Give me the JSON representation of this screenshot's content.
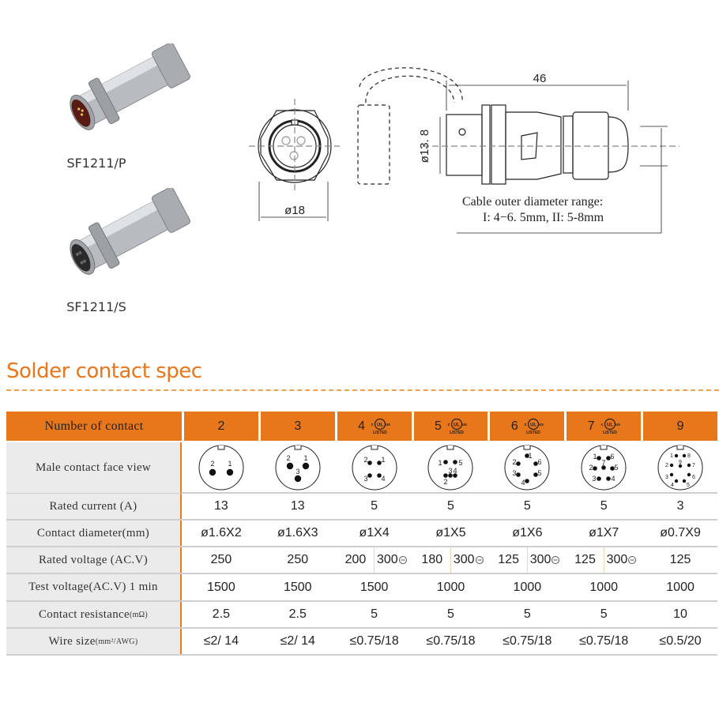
{
  "products": [
    {
      "label": "SF1211/P"
    },
    {
      "label": "SF1211/S"
    }
  ],
  "drawing": {
    "front_diameter": "ø18",
    "body_diameter": "ø13. 8",
    "length": "46",
    "cable_range_line1": "Cable outer  diameter range:",
    "cable_range_line2": "I: 4−6. 5mm, II: 5-8mm"
  },
  "section_title": "Solder contact spec",
  "ul_logo": {
    "c": "c",
    "ul": "UL",
    "us": "us",
    "listed": "LISTED"
  },
  "colors": {
    "accent": "#e8761b",
    "label_bg": "#ebebeb",
    "row_line": "#cfcfcf"
  },
  "table": {
    "row_labels": {
      "contacts": "Number of contact",
      "face": "Male contact face view",
      "current": "Rated current (A)",
      "diameter": "Contact diameter(mm)",
      "voltage": "Rated voltage (AC.V)",
      "test": "Test voltage(AC.V) 1 min",
      "resistance": "Contact resistance",
      "resistance_unit": "(mΩ)",
      "wire": "Wire size ",
      "wire_unit": "(mm²/AWG)"
    },
    "columns": [
      {
        "contacts": "2",
        "ul": false,
        "pins": [
          "2",
          "1"
        ],
        "current": "13",
        "diameter": "ø1.6X2",
        "voltage": "250",
        "voltage_ul": null,
        "test": "1500",
        "resistance": "2.5",
        "wire": "≤2/ 14"
      },
      {
        "contacts": "3",
        "ul": false,
        "pins": [
          "2",
          "1",
          "3"
        ],
        "current": "13",
        "diameter": "ø1.6X3",
        "voltage": "250",
        "voltage_ul": null,
        "test": "1500",
        "resistance": "2.5",
        "wire": "≤2/ 14"
      },
      {
        "contacts": "4",
        "ul": true,
        "pins": [
          "2",
          "1",
          "3",
          "4"
        ],
        "current": "5",
        "diameter": "ø1X4",
        "voltage": "200",
        "voltage_ul": "300",
        "test": "1500",
        "resistance": "5",
        "wire": "≤0.75/18"
      },
      {
        "contacts": "5",
        "ul": true,
        "pins": [
          "1",
          "5",
          "2",
          "3",
          "4"
        ],
        "current": "5",
        "diameter": "ø1X5",
        "voltage": "180",
        "voltage_ul": "300",
        "test": "1000",
        "resistance": "5",
        "wire": "≤0.75/18"
      },
      {
        "contacts": "6",
        "ul": true,
        "pins": [
          "1",
          "2",
          "6",
          "3",
          "5",
          "4"
        ],
        "current": "5",
        "diameter": "ø1X6",
        "voltage": "125",
        "voltage_ul": "300",
        "test": "1000",
        "resistance": "5",
        "wire": "≤0.75/18"
      },
      {
        "contacts": "7",
        "ul": true,
        "pins": [
          "1",
          "6",
          "7",
          "2",
          "5",
          "3",
          "4"
        ],
        "current": "5",
        "diameter": "ø1X7",
        "voltage": "125",
        "voltage_ul": "300",
        "test": "1000",
        "resistance": "5",
        "wire": "≤0.75/18"
      },
      {
        "contacts": "9",
        "ul": false,
        "pins": [
          "1",
          "8",
          "2",
          "9",
          "7",
          "3",
          "6",
          "4",
          "5"
        ],
        "current": "3",
        "diameter": "ø0.7X9",
        "voltage": "125",
        "voltage_ul": null,
        "test": "1000",
        "resistance": "10",
        "wire": "≤0.5/20"
      }
    ]
  }
}
